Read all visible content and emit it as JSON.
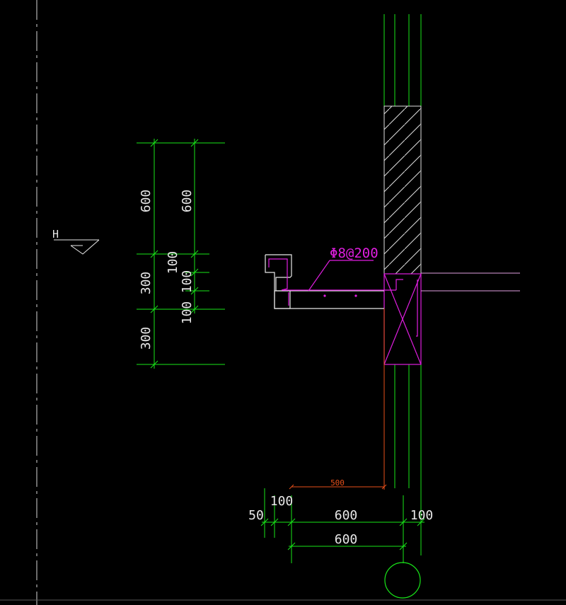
{
  "colors": {
    "background": "#000000",
    "green": "#19e619",
    "magenta": "#e01ee0",
    "orange": "#e8501a",
    "white": "#ffffff",
    "grey": "#8a8a8a"
  },
  "level_marker": {
    "label": "H"
  },
  "rebar_label": "Φ8@200",
  "dims_vertical_left": [
    "600",
    "300",
    "300"
  ],
  "dims_vertical_right": [
    "600",
    "100",
    "100",
    "100"
  ],
  "dim_orange": "500",
  "dims_bottom_row1": [
    "50",
    "100",
    "600",
    "100"
  ],
  "dims_bottom_row2": [
    "600"
  ]
}
